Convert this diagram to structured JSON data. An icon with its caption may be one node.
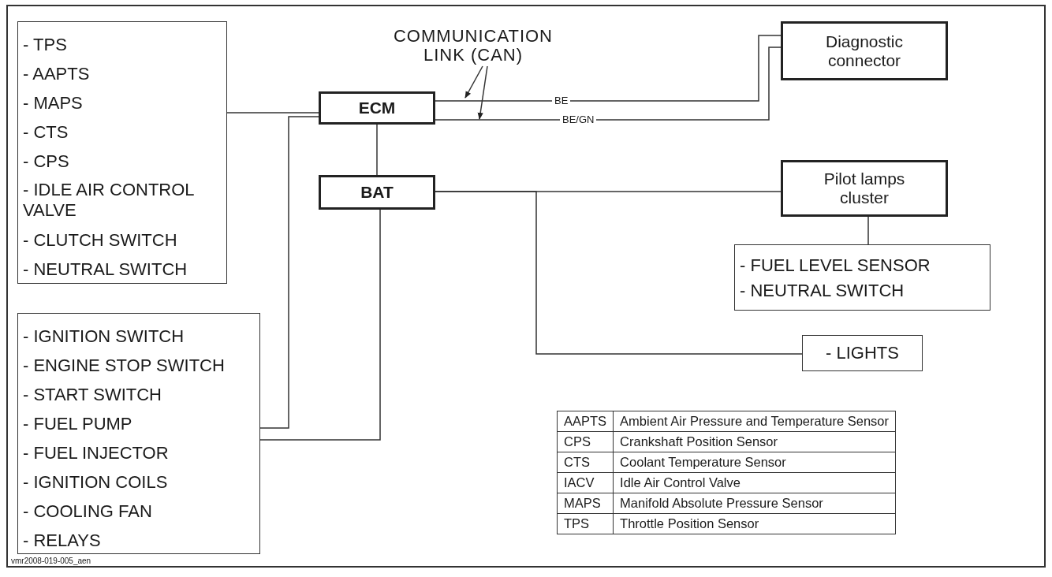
{
  "diagram": {
    "nodes": [
      {
        "text": [
          "- TPS",
          "- AAPTS",
          "- MAPS",
          "- CTS",
          "- CPS",
          "- IDLE AIR CONTROL VALVE",
          "- CLUTCH SWITCH",
          "- NEUTRAL SWITCH"
        ]
      },
      {
        "text": [
          "- IGNITION SWITCH",
          "- ENGINE STOP SWITCH",
          "- START SWITCH",
          "- FUEL PUMP",
          "- FUEL INJECTOR",
          "- IGNITION COILS",
          "- COOLING FAN",
          "- RELAYS"
        ]
      },
      {
        "text": [
          "ECM"
        ]
      },
      {
        "text": [
          "BAT"
        ]
      },
      {
        "text": [
          "Diagnostic connector"
        ]
      },
      {
        "text": [
          "Pilot lamps cluster"
        ]
      },
      {
        "text": [
          "- FUEL LEVEL SENSOR",
          "- NEUTRAL SWITCH"
        ]
      },
      {
        "text": [
          "- LIGHTS"
        ]
      },
      {
        "text": [
          "COMMUNICATION LINK (CAN)"
        ]
      }
    ],
    "edges": [
      {
        "from": 0,
        "to": 2,
        "arrow": "none"
      },
      {
        "from": 1,
        "to": 2,
        "arrow": "none"
      },
      {
        "from": 1,
        "to": 3,
        "arrow": "none"
      },
      {
        "from": 2,
        "to": 3,
        "arrow": "none"
      },
      {
        "from": 2,
        "to": 4,
        "arrow": "none",
        "label": "BE"
      },
      {
        "from": 2,
        "to": 4,
        "arrow": "none",
        "label": "BE/GN"
      },
      {
        "from": 3,
        "to": 5,
        "arrow": "none"
      },
      {
        "from": 3,
        "to": 7,
        "arrow": "none"
      },
      {
        "from": 5,
        "to": 6,
        "arrow": "none"
      },
      {
        "from": 8,
        "to": null,
        "arrow": "to"
      },
      {
        "from": 8,
        "to": null,
        "arrow": "to"
      }
    ],
    "labels": [
      "AAPTS",
      "Ambient Air Pressure and Temperature Sensor",
      "CPS",
      "Crankshaft Position Sensor",
      "CTS",
      "Coolant Temperature Sensor",
      "IACV",
      "Idle Air Control Valve",
      "MAPS",
      "Manifold Absolute Pressure Sensor",
      "TPS",
      "Throttle Position Sensor",
      "vmr2008-019-005_aen"
    ]
  }
}
